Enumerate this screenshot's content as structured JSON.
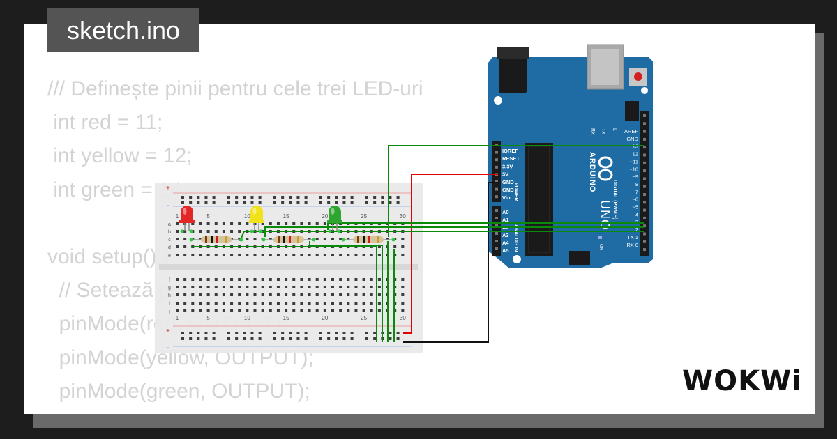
{
  "tab": {
    "filename": "sketch.ino"
  },
  "code_lines": [
    "/// Definește pinii pentru cele trei LED-uri",
    " int red = 11;",
    " int yellow = 12;",
    " int green = 14;",
    "",
    "void setup() {",
    "  // Setează pinii ca ieșiri",
    "  pinMode(red, OUTPUT);",
    "  pinMode(yellow, OUTPUT);",
    "  pinMode(green, OUTPUT);",
    "}"
  ],
  "logo": {
    "text": "WOKWi"
  },
  "breadboard": {
    "column_numbers": [
      "1",
      "5",
      "10",
      "15",
      "20",
      "25",
      "30"
    ],
    "row_letters_top": [
      "a",
      "b",
      "c",
      "d",
      "e"
    ],
    "row_letters_bottom": [
      "f",
      "g",
      "h",
      "i",
      "j"
    ],
    "rail_plus": "+",
    "rail_minus": "-"
  },
  "leds": [
    {
      "color_name": "red",
      "color": "#e32626"
    },
    {
      "color_name": "yellow",
      "color": "#f2e21b"
    },
    {
      "color_name": "green",
      "color": "#2fa52f"
    }
  ],
  "arduino": {
    "brand": "ARDUINO",
    "model": "UNO",
    "board_color": "#1e6ca3",
    "power_header_title": "POWER",
    "power_pins": [
      "IOREF",
      "RESET",
      "3.3V",
      "5V",
      "GND",
      "GND",
      "Vin"
    ],
    "analog_header_title": "ANALOG IN",
    "analog_pins": [
      "A0",
      "A1",
      "A2",
      "A3",
      "A4",
      "A5"
    ],
    "digital_header_title": "DIGITAL (PWM ~)",
    "digital_pins": [
      "AREF",
      "GND",
      "13",
      "12",
      "~11",
      "~10",
      "~9",
      "8",
      "7",
      "~6",
      "~5",
      "4",
      "~3",
      "2",
      "TX 1",
      "RX 0"
    ],
    "led_labels": [
      "RX",
      "TX",
      "L"
    ],
    "on_label": "ON"
  },
  "wire_colors": {
    "signal": "#0a8a0a",
    "power": "#e00000",
    "ground": "#111111"
  }
}
